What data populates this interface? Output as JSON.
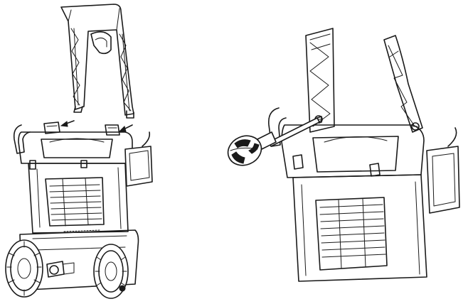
{
  "figure": {
    "panels": [
      {
        "id": "step-attach-handle",
        "icon": "pressure-washer-handle-insertion-illustration"
      },
      {
        "id": "step-fasten-screws",
        "icon": "screwdriver-fastening-illustration"
      }
    ],
    "colors": {
      "line": "#1a1a1a",
      "background": "#ffffff"
    }
  }
}
